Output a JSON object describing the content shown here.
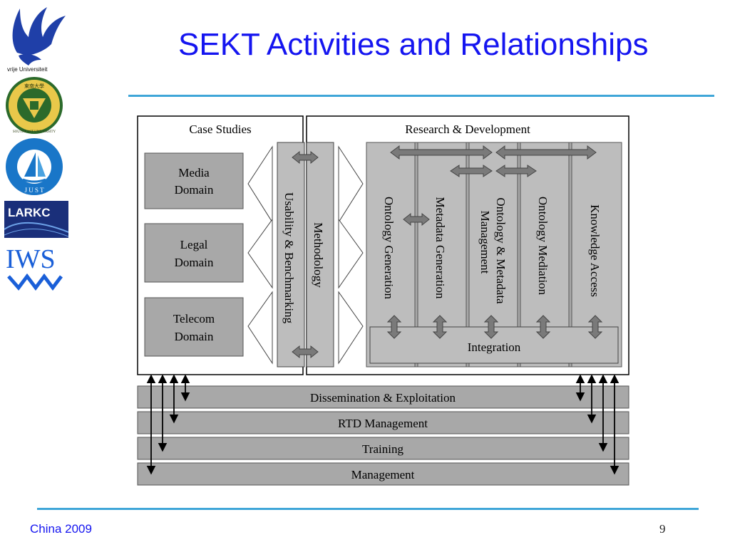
{
  "slide": {
    "title": "SEKT Activities and Relationships",
    "footer_left": "China 2009",
    "page_number": "9"
  },
  "logos": {
    "vu_caption": "vrije Universiteit",
    "seu_ring": "SOUTHEAST UNIVERSITY",
    "seu_chinese": "東南大學",
    "just_letters": "J U S T",
    "larkc": "LARKC",
    "iws": "IWS"
  },
  "diagram": {
    "case_studies": {
      "label": "Case Studies",
      "domains": [
        {
          "line1": "Media",
          "line2": "Domain"
        },
        {
          "line1": "Legal",
          "line2": "Domain"
        },
        {
          "line1": "Telecom",
          "line2": "Domain"
        }
      ]
    },
    "bridge_columns": [
      "Usability & Benchmarking",
      "Methodology"
    ],
    "research": {
      "label": "Research & Development",
      "columns": [
        {
          "line1": "Ontology Generation",
          "line2": ""
        },
        {
          "line1": "Metadata Generation",
          "line2": ""
        },
        {
          "line1": "Ontology & Metadata",
          "line2": "Management"
        },
        {
          "line1": "Ontology Mediation",
          "line2": ""
        },
        {
          "line1": "Knowledge Access",
          "line2": ""
        }
      ],
      "integration": "Integration"
    },
    "bars": [
      "Dissemination & Exploitation",
      "RTD Management",
      "Training",
      "Management"
    ]
  },
  "colors": {
    "title": "#1515f0",
    "rule": "#3fa6d8",
    "box_gray": "#a8a8a8",
    "column_gray": "#bdbdbd",
    "arrow_gray": "#777777"
  }
}
